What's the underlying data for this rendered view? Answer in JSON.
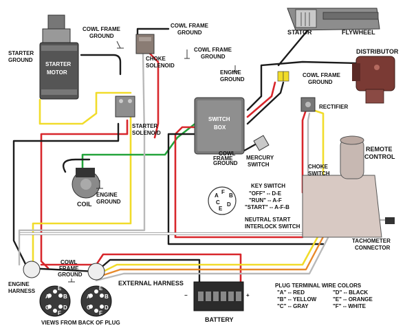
{
  "components": {
    "stator": "STATOR",
    "flywheel": "FLYWHEEL",
    "distributor": "DISTRIBUTOR",
    "starter_ground_1": "STARTER",
    "starter_ground_2": "GROUND",
    "starter_motor_1": "STARTER",
    "starter_motor_2": "MOTOR",
    "cowl1_1": "COWL FRAME",
    "cowl1_2": "GROUND",
    "cowl2_1": "COWL FRAME",
    "cowl2_2": "GROUND",
    "cowl3_1": "COWL FRAME",
    "cowl3_2": "GROUND",
    "choke_solenoid_1": "CHOKE",
    "choke_solenoid_2": "SOLENOID",
    "engine_ground1_1": "ENGINE",
    "engine_ground1_2": "GROUND",
    "cowl4_1": "COWL FRAME",
    "cowl4_2": "GROUND",
    "rectifier": "RECTIFIER",
    "switch_box_1": "SWITCH",
    "switch_box_2": "BOX",
    "starter_solenoid_1": "STARTER",
    "starter_solenoid_2": "SOLENOID",
    "cowl_small_1": "COWL",
    "cowl_small_2": "FRAME",
    "cowl_small_3": "GROUND",
    "mercury_switch_1": "MERCURY",
    "mercury_switch_2": "SWITCH",
    "remote_control_1": "REMOTE",
    "remote_control_2": "CONTROL",
    "choke_switch_1": "CHOKE",
    "choke_switch_2": "SWITCH",
    "coil": "COIL",
    "engine_ground2_1": "ENGINE",
    "engine_ground2_2": "GROUND",
    "tach_1": "TACHOMETER",
    "tach_2": "CONNECTOR",
    "engine_harness_1": "ENGINE",
    "engine_harness_2": "HARNESS",
    "cowl5_1": "COWL",
    "cowl5_2": "FRAME",
    "cowl5_3": "GROUND",
    "external_harness": "EXTERNAL HARNESS",
    "battery": "BATTERY",
    "views": "VIEWS FROM BACK OF PLUG",
    "minus": "−",
    "plus": "+"
  },
  "key_switch": {
    "title": "KEY SWITCH",
    "off": "\"OFF\" -- D-E",
    "run": "\"RUN\" -- A-F",
    "start": "\"START\" -- A-F-B",
    "pins": [
      "A",
      "B",
      "C",
      "D",
      "E",
      "F"
    ]
  },
  "neutral_start": {
    "line1": "NEUTRAL START",
    "line2": "INTERLOCK SWITCH"
  },
  "plug_colors": {
    "title": "PLUG TERMINAL WIRE COLORS",
    "rows": [
      {
        "left": "\"A\" -- RED",
        "right": "\"D\" -- BLACK"
      },
      {
        "left": "\"B\" -- YELLOW",
        "right": "\"E\" -- ORANGE"
      },
      {
        "left": "\"C\" -- GRAY",
        "right": "\"F\" -- WHITE"
      }
    ]
  },
  "plug_pins_left": [
    "A",
    "B",
    "C",
    "D",
    "E",
    "F"
  ],
  "plug_pins_right": [
    "A",
    "B",
    "C",
    "D",
    "E",
    "F"
  ],
  "colors": {
    "red": "#d8262b",
    "black": "#1b1b1b",
    "yellow": "#f1dc2a",
    "gray": "#b9b9b9",
    "orange": "#e88a2a",
    "white": "#ffffff",
    "green": "#22a33a"
  }
}
